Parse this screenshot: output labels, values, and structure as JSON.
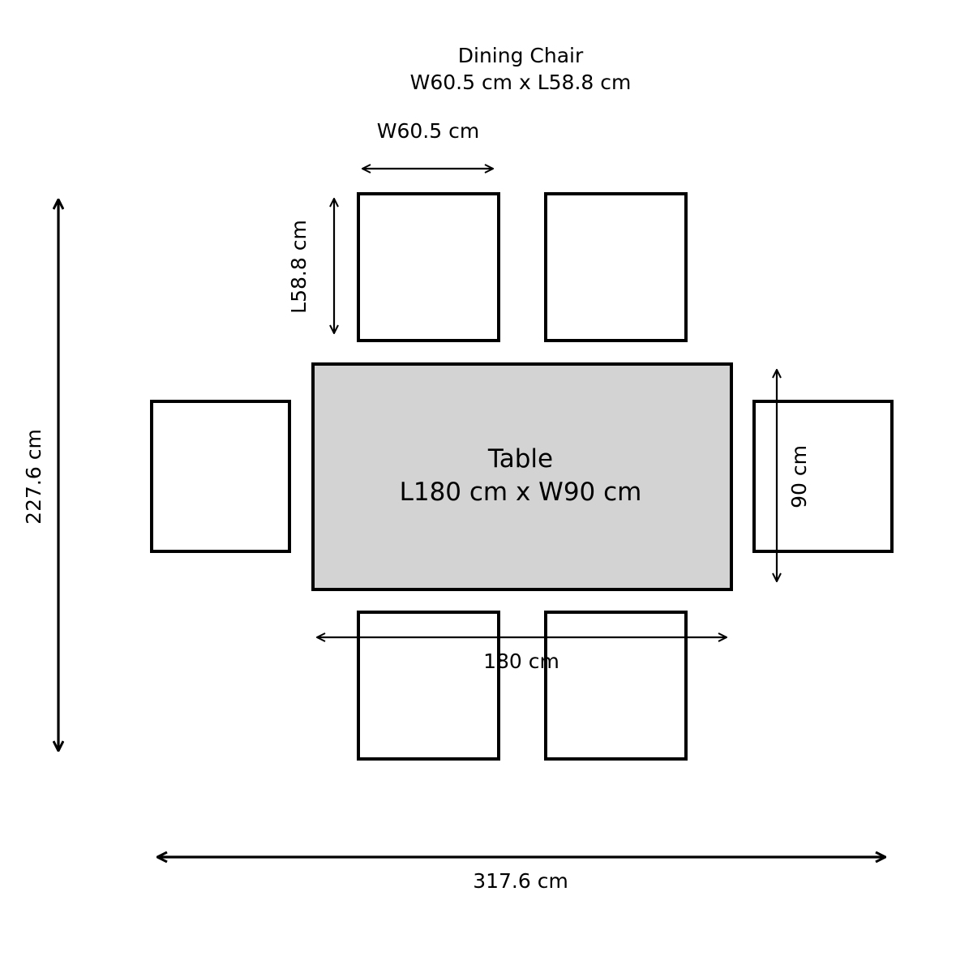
{
  "chair_title": {
    "line1": "Dining Chair",
    "line2": "W60.5 cm x L58.8 cm"
  },
  "chair_width_label": "W60.5 cm",
  "chair_length_label": "L58.8 cm",
  "table": {
    "line1": "Table",
    "line2": "L180 cm x W90 cm",
    "fill_color": "#d3d3d3"
  },
  "table_width_label": "90 cm",
  "table_length_label": "180 cm",
  "overall_height_label": "227.6 cm",
  "overall_width_label": "317.6 cm",
  "chair_count": 6
}
